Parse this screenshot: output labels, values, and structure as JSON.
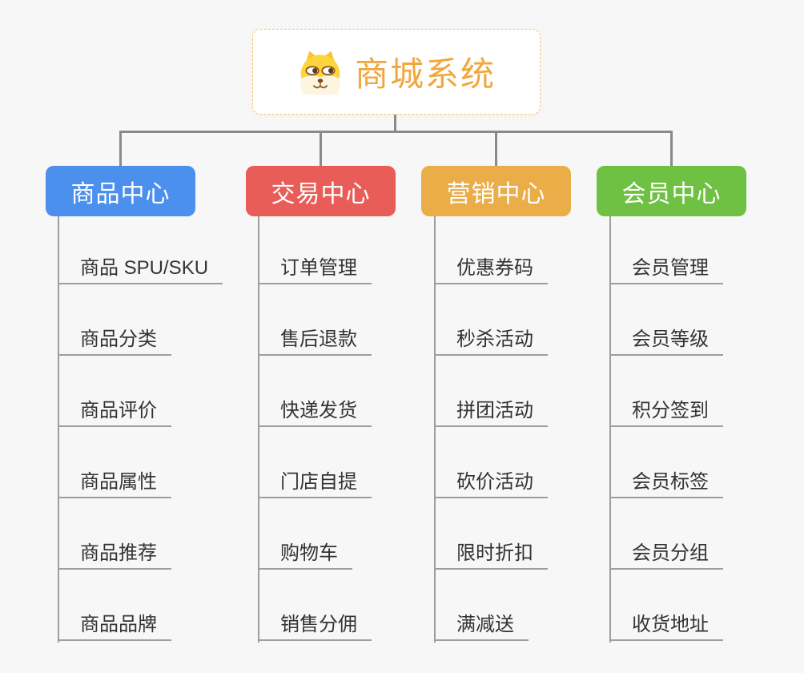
{
  "root": {
    "title": "商城系统",
    "icon": "shiba-dog-icon",
    "title_color": "#F2A63E",
    "border_color": "#F2C373"
  },
  "branches": [
    {
      "title": "商品中心",
      "color": "#4A90EC",
      "items": [
        "商品 SPU/SKU",
        "商品分类",
        "商品评价",
        "商品属性",
        "商品推荐",
        "商品品牌"
      ]
    },
    {
      "title": "交易中心",
      "color": "#E95D58",
      "items": [
        "订单管理",
        "售后退款",
        "快递发货",
        "门店自提",
        "购物车",
        "销售分佣"
      ]
    },
    {
      "title": "营销中心",
      "color": "#EBAD48",
      "items": [
        "优惠券码",
        "秒杀活动",
        "拼团活动",
        "砍价活动",
        "限时折扣",
        "满减送"
      ]
    },
    {
      "title": "会员中心",
      "color": "#6EC142",
      "items": [
        "会员管理",
        "会员等级",
        "积分签到",
        "会员标签",
        "会员分组",
        "收货地址"
      ]
    }
  ],
  "colors": {
    "background": "#F7F7F7",
    "connector": "#8A8A8A",
    "leaf_line": "#9E9E9E",
    "leaf_text": "#333333"
  }
}
